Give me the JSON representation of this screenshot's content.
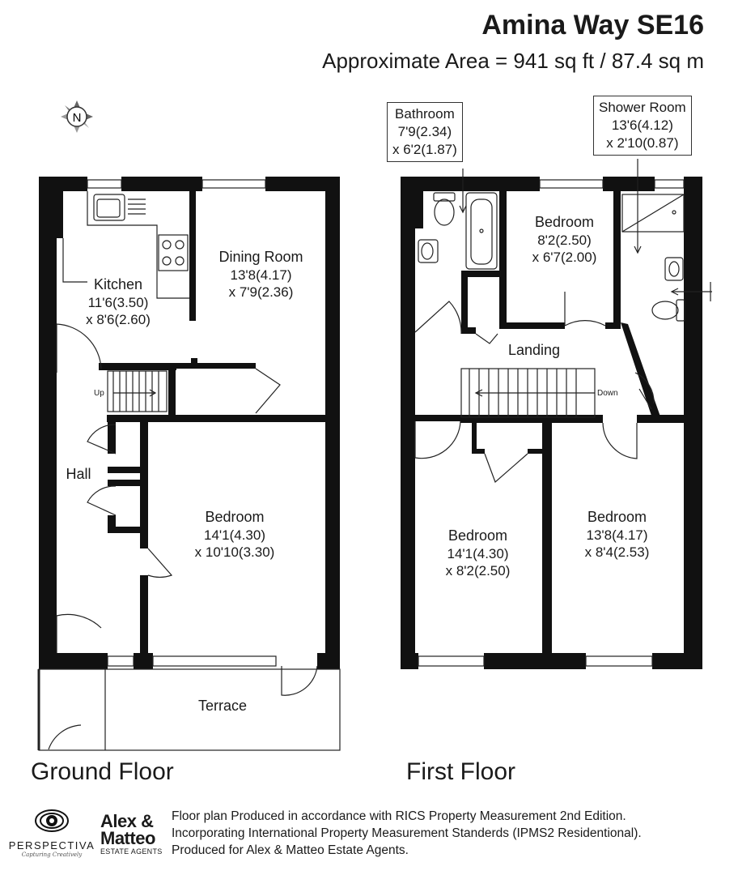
{
  "header": {
    "title": "Amina Way SE16",
    "subtitle": "Approximate Area = 941 sq ft / 87.4 sq m"
  },
  "compass": {
    "letter": "N"
  },
  "ground_floor": {
    "label": "Ground Floor",
    "rooms": {
      "kitchen": {
        "name": "Kitchen",
        "dim1": "11'6(3.50)",
        "dim2": "x 8'6(2.60)"
      },
      "dining": {
        "name": "Dining Room",
        "dim1": "13'8(4.17)",
        "dim2": "x 7'9(2.36)"
      },
      "hall": {
        "name": "Hall"
      },
      "bedroom": {
        "name": "Bedroom",
        "dim1": "14'1(4.30)",
        "dim2": "x 10'10(3.30)"
      },
      "terrace": {
        "name": "Terrace"
      }
    },
    "stairs_label": "Up"
  },
  "first_floor": {
    "label": "First Floor",
    "rooms": {
      "bathroom": {
        "name": "Bathroom",
        "dim1": "7'9(2.34)",
        "dim2": "x 6'2(1.87)"
      },
      "shower": {
        "name": "Shower Room",
        "dim1": "13'6(4.12)",
        "dim2": "x 2'10(0.87)"
      },
      "bedroom_top": {
        "name": "Bedroom",
        "dim1": "8'2(2.50)",
        "dim2": "x 6'7(2.00)"
      },
      "landing": {
        "name": "Landing"
      },
      "bedroom_left": {
        "name": "Bedroom",
        "dim1": "14'1(4.30)",
        "dim2": "x 8'2(2.50)"
      },
      "bedroom_right": {
        "name": "Bedroom",
        "dim1": "13'8(4.17)",
        "dim2": "x 8'4(2.53)"
      }
    },
    "stairs_label": "Down"
  },
  "footer": {
    "line1": "Floor plan Produced in accordance with RICS Property Measurement 2nd Edition.",
    "line2": "Incorporating International Property Measurement Standerds (IPMS2  Residentional).",
    "line3": "Produced for Alex & Matteo Estate Agents.",
    "logo1_name": "PERSPECTIVA",
    "logo1_tagline": "Capturing Creatively",
    "logo2_name_line1": "Alex &",
    "logo2_name_line2": "Matteo",
    "logo2_sub": "ESTATE AGENTS"
  },
  "colors": {
    "wall": "#111111",
    "line": "#222222",
    "background": "#ffffff"
  }
}
